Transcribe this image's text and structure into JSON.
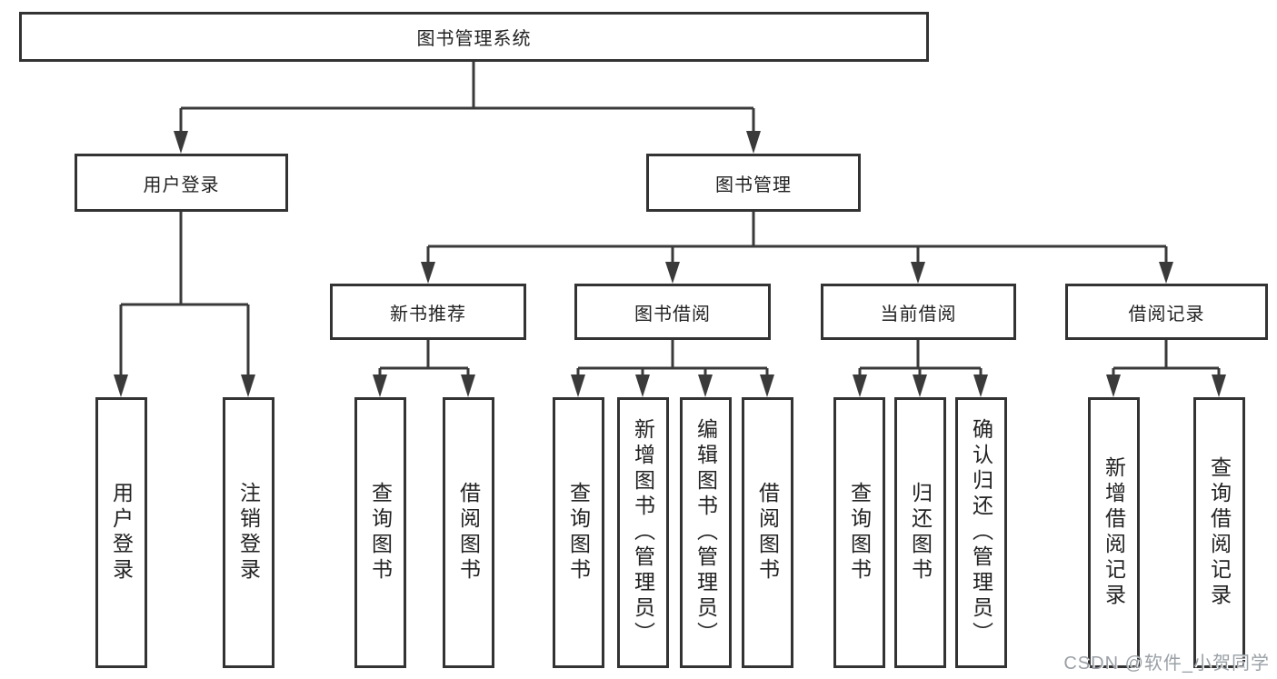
{
  "tree": {
    "root": {
      "label": "图书管理系统",
      "children": [
        {
          "label": "用户登录",
          "children": [
            {
              "label": "用户登录"
            },
            {
              "label": "注销登录"
            }
          ]
        },
        {
          "label": "图书管理",
          "children": [
            {
              "label": "新书推荐",
              "children": [
                {
                  "label": "查询图书"
                },
                {
                  "label": "借阅图书"
                }
              ]
            },
            {
              "label": "图书借阅",
              "children": [
                {
                  "label": "查询图书"
                },
                {
                  "label": "新增图书（管理员）"
                },
                {
                  "label": "编辑图书（管理员）"
                },
                {
                  "label": "借阅图书"
                }
              ]
            },
            {
              "label": "当前借阅",
              "children": [
                {
                  "label": "查询图书"
                },
                {
                  "label": "归还图书"
                },
                {
                  "label": "确认归还（管理员）"
                }
              ]
            },
            {
              "label": "借阅记录",
              "children": [
                {
                  "label": "新增借阅记录"
                },
                {
                  "label": "查询借阅记录"
                }
              ]
            }
          ]
        }
      ]
    }
  },
  "watermark": {
    "text": "CSDN @软件_小贺同学"
  },
  "colors": {
    "line": "#3a3a3a",
    "box_border": "#333333",
    "text": "#222222",
    "watermark": "#9aa0a6",
    "background": "#ffffff"
  }
}
